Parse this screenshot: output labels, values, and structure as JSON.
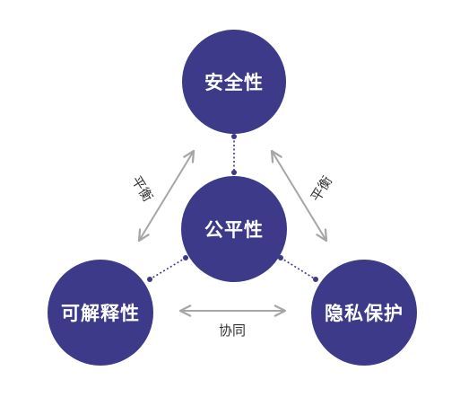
{
  "colors": {
    "node_fill": "#3d3a8a",
    "node_text": "#ffffff",
    "arrow": "#a6a6a6",
    "dotted": "#3d3a8a",
    "label_text": "#333333"
  },
  "nodes": {
    "top": {
      "label": "安全性"
    },
    "center": {
      "label": "公平性"
    },
    "left": {
      "label": "可解释性"
    },
    "right": {
      "label": "隐私保护"
    }
  },
  "edges": {
    "left_arrow": {
      "label": "平衡"
    },
    "right_arrow": {
      "label": "平衡"
    },
    "bottom_arrow": {
      "label": "协同"
    }
  }
}
